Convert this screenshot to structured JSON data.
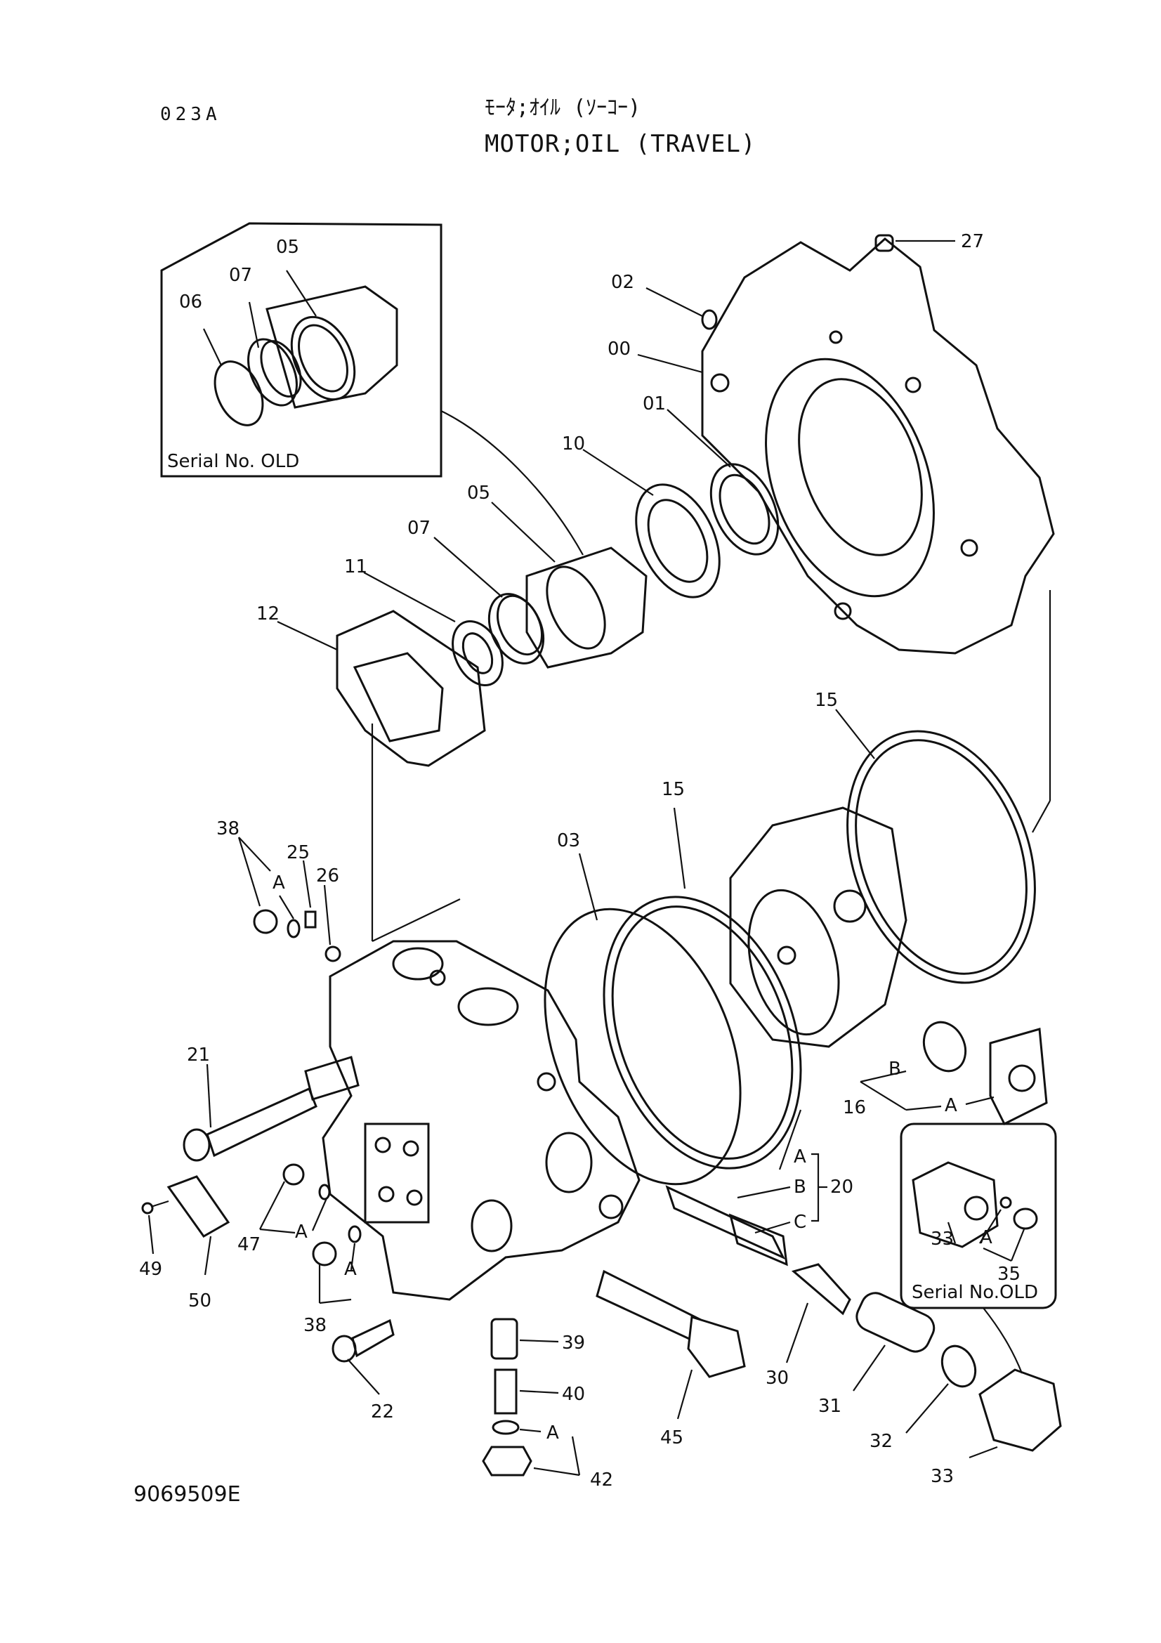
{
  "header": {
    "page_code": "023A",
    "title_jp": "ﾓｰﾀ;ｵｲﾙ (ｿｰｺｰ)",
    "title_en": "MOTOR;OIL (TRAVEL)"
  },
  "footer": {
    "doc_number": "9069509E"
  },
  "insets": [
    {
      "label": "Serial No. OLD"
    },
    {
      "label": "Serial No.OLD"
    }
  ],
  "callouts": {
    "c27": "27",
    "c02": "02",
    "c00": "00",
    "c01": "01",
    "c10": "10",
    "c05_main": "05",
    "c07_main": "07",
    "c11": "11",
    "c12": "12",
    "c05_inset": "05",
    "c07_inset": "07",
    "c06_inset": "06",
    "c15_upper": "15",
    "c15_lower": "15",
    "c03": "03",
    "c38_top": "38",
    "c25": "25",
    "c26": "26",
    "cA_25": "A",
    "c21": "21",
    "c16": "16",
    "cB_16": "B",
    "cA_16": "A",
    "cA_20": "A",
    "cB_20": "B",
    "cC_20": "C",
    "c20": "20",
    "c47": "47",
    "cA_47": "A",
    "c49": "49",
    "c50": "50",
    "c38_bot": "38",
    "cA_38": "A",
    "c22": "22",
    "c39": "39",
    "c40": "40",
    "cA_42": "A",
    "c42": "42",
    "c45": "45",
    "c30": "30",
    "c31": "31",
    "c32": "32",
    "c33_main": "33",
    "c33_inset": "33",
    "cA_35": "A",
    "c35": "35"
  }
}
